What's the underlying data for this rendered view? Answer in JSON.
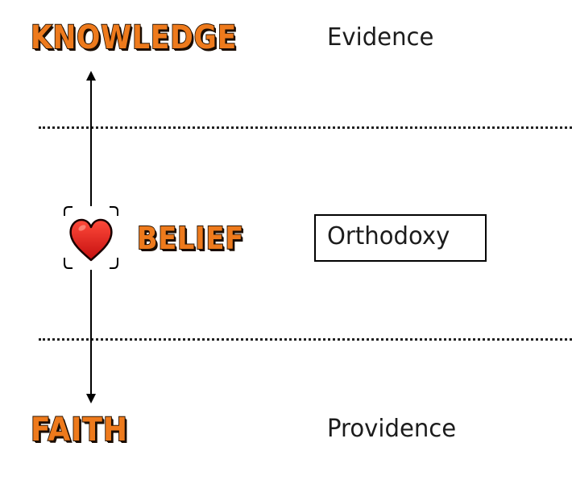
{
  "words": {
    "knowledge": "KNOWLEDGE",
    "belief": "BELIEF",
    "faith": "FAITH"
  },
  "labels": {
    "evidence": "Evidence",
    "orthodoxy": "Orthodoxy",
    "providence": "Providence"
  },
  "colors": {
    "cartoon_fill": "#ee7a1c",
    "cartoon_outline": "#1a0d03",
    "heart_fill": "#e21b1b",
    "heart_outline": "#1a0000",
    "line": "#000000",
    "text": "#1c1c1c",
    "background": "#ffffff"
  },
  "icons": {
    "heart": "heart-icon",
    "arrow_up": "arrowhead-up",
    "arrow_down": "arrowhead-down"
  }
}
